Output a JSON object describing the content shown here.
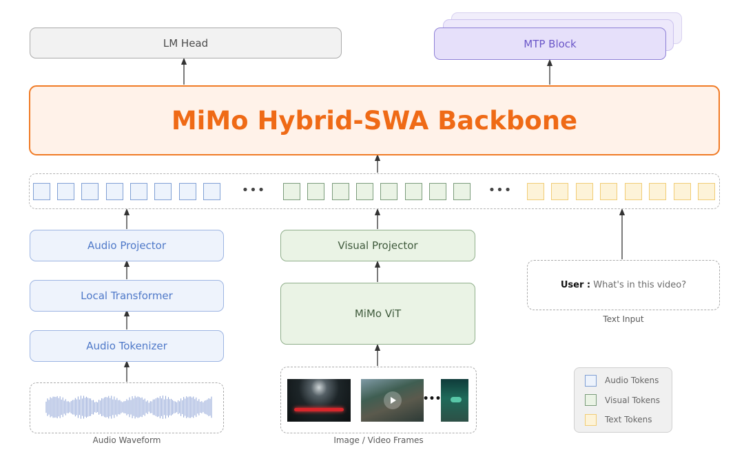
{
  "lm_head": "LM Head",
  "mtp_block": "MTP Block",
  "backbone": "MiMo Hybrid-SWA Backbone",
  "token_row": {
    "ellipsis_1": "•••",
    "ellipsis_2": "•••"
  },
  "audio": {
    "projector": "Audio Projector",
    "local_transformer": "Local Transformer",
    "tokenizer": "Audio Tokenizer",
    "waveform_caption": "Audio Waveform"
  },
  "visual": {
    "projector": "Visual Projector",
    "vit": "MiMo ViT",
    "frames_caption": "Image / Video Frames",
    "frames_ellipsis": "•••"
  },
  "text": {
    "user_label": "User :",
    "user_prompt": "What's in this video?",
    "caption": "Text Input"
  },
  "legend": [
    {
      "label": "Audio Tokens",
      "color": "#7f9fd4"
    },
    {
      "label": "Visual Tokens",
      "color": "#7a9b7a"
    },
    {
      "label": "Text Tokens",
      "color": "#f1cc74"
    }
  ],
  "colors": {
    "backbone_accent": "#f07a24",
    "mtp_accent": "#8d7fd6",
    "audio_accent": "#4e78c8",
    "visual_accent": "#8fae8a",
    "text_accent": "#f1cc74"
  }
}
